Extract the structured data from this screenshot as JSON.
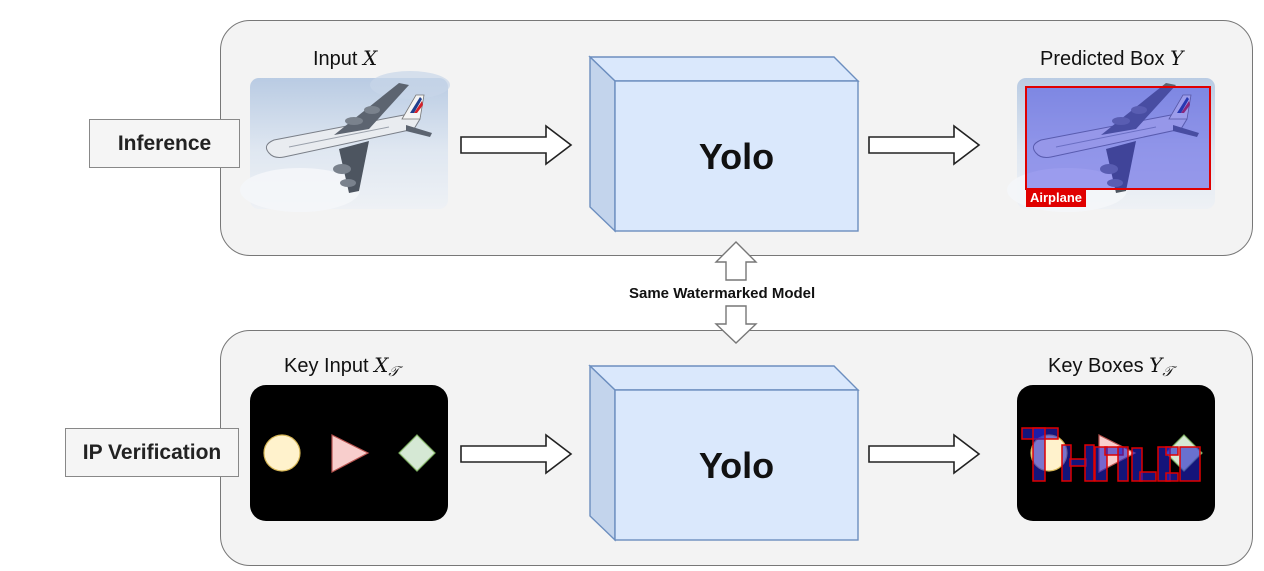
{
  "top_row": {
    "side_label": "Inference",
    "input_caption": "Input",
    "input_var": "X",
    "model_label": "Yolo",
    "output_caption": "Predicted Box",
    "output_var": "Y",
    "detection_tag": "Airplane"
  },
  "bottom_row": {
    "side_label": "IP Verification",
    "input_caption": "Key Input",
    "input_var": "X",
    "input_sub": "𝒯",
    "model_label": "Yolo",
    "output_caption": "Key Boxes",
    "output_var": "Y",
    "output_sub": "𝒯",
    "watermark_text": "THALES"
  },
  "connector_label": "Same Watermarked Model",
  "colors": {
    "panel_fill": "#f3f3f3",
    "cube_fill": "#dae8fc",
    "cube_stroke": "#6c8ebf",
    "key_circle": "#fff2cc",
    "key_triangle": "#f8cecc",
    "key_diamond": "#d5e8d4",
    "box_red": "#e00000",
    "box_blue": "#2020c0"
  }
}
